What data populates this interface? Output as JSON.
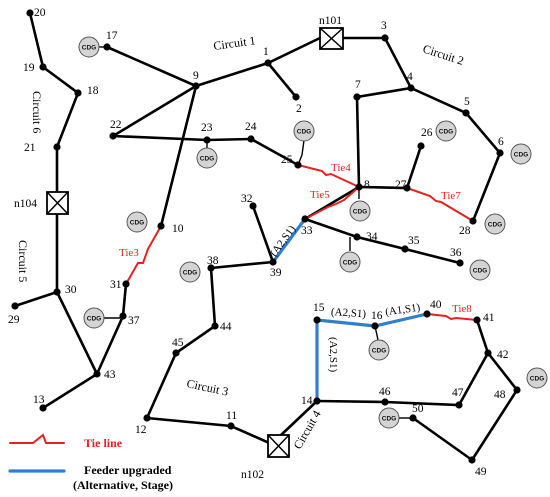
{
  "circuits": {
    "c1": "Circuit 1",
    "c2": "Circuit 2",
    "c3": "Circuit 3",
    "c4": "Circuit 4",
    "c5": "Circuit 5",
    "c6": "Circuit 6"
  },
  "substations": {
    "n101": "n101",
    "n102": "n102",
    "n104": "n104"
  },
  "nodes": {
    "n1": "1",
    "n2": "2",
    "n3": "3",
    "n4": "4",
    "n5": "5",
    "n6": "6",
    "n7": "7",
    "n8": "8",
    "n9": "9",
    "n10": "10",
    "n11": "11",
    "n12": "12",
    "n13": "13",
    "n14": "14",
    "n15": "15",
    "n16": "16",
    "n17": "17",
    "n18": "18",
    "n19": "19",
    "n20": "20",
    "n21": "21",
    "n22": "22",
    "n23": "23",
    "n24": "24",
    "n25": "25",
    "n26": "26",
    "n27": "27",
    "n28": "28",
    "n29": "29",
    "n30": "30",
    "n31": "31",
    "n32": "32",
    "n33": "33",
    "n34": "34",
    "n35": "35",
    "n36": "36",
    "n37": "37",
    "n38": "38",
    "n39": "39",
    "n40": "40",
    "n41": "41",
    "n42": "42",
    "n43": "43",
    "n44": "44",
    "n45": "45",
    "n46": "46",
    "n47": "47",
    "n48": "48",
    "n49": "49",
    "n50": "50"
  },
  "ties": {
    "t3": "Tie3",
    "t4": "Tie4",
    "t5": "Tie5",
    "t7": "Tie7",
    "t8": "Tie8"
  },
  "upgrades": {
    "u33_39": "(A2,S1)",
    "u15_16": "(A2,S1)",
    "u16_40": "(A1,S1)",
    "u14_15": "(A2,S1)"
  },
  "cdg_label": "CDG",
  "legend": {
    "tie_line": "Tie line",
    "feeder_line1": "Feeder upgraded",
    "feeder_line2": "(Alternative, Stage)"
  },
  "colors": {
    "feeder": "#000000",
    "tie_line": "#e32222",
    "upgraded_feeder": "#2f7fd1",
    "cdg_fill": "#d4d4d4"
  }
}
